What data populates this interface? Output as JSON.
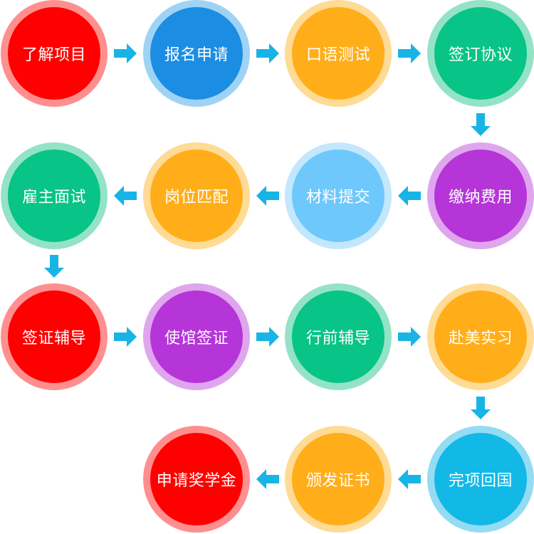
{
  "flow": {
    "arrow_color": "#18b4e6",
    "steps": [
      {
        "label": "了解项目",
        "fill": "#ff0000",
        "ring": "#ff8f8f"
      },
      {
        "label": "报名申请",
        "fill": "#1b8de3",
        "ring": "#9fd3f5"
      },
      {
        "label": "口语测试",
        "fill": "#ffae1a",
        "ring": "#ffdb95"
      },
      {
        "label": "签订协议",
        "fill": "#08c486",
        "ring": "#94e3c6"
      },
      {
        "label": "缴纳费用",
        "fill": "#b535d8",
        "ring": "#dfa6ee"
      },
      {
        "label": "材料提交",
        "fill": "#6ec8fb",
        "ring": "#c3e7fd"
      },
      {
        "label": "岗位匹配",
        "fill": "#ffae1a",
        "ring": "#ffdb95"
      },
      {
        "label": "雇主面试",
        "fill": "#08c486",
        "ring": "#94e3c6"
      },
      {
        "label": "签证辅导",
        "fill": "#ff0000",
        "ring": "#ff8f8f"
      },
      {
        "label": "使馆签证",
        "fill": "#b535d8",
        "ring": "#dfa6ee"
      },
      {
        "label": "行前辅导",
        "fill": "#08c486",
        "ring": "#94e3c6"
      },
      {
        "label": "赴美实习",
        "fill": "#ffae1a",
        "ring": "#ffdb95"
      },
      {
        "label": "完项回国",
        "fill": "#12b8e6",
        "ring": "#93dcf3"
      },
      {
        "label": "颁发证书",
        "fill": "#ffae1a",
        "ring": "#ffdb95"
      },
      {
        "label": "申请奖学金",
        "fill": "#ff0000",
        "ring": "#ff8f8f"
      }
    ]
  }
}
